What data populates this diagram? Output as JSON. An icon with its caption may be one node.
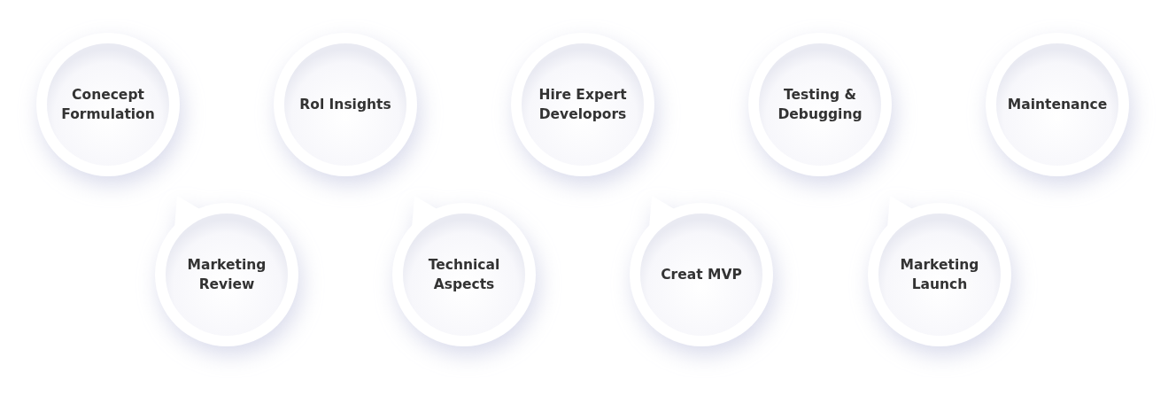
{
  "diagram": {
    "nodes": [
      {
        "text": [
          "Conecept Formulation"
        ]
      },
      {
        "text": [
          "Rol Insights"
        ]
      },
      {
        "text": [
          "Hire Expert Developors"
        ]
      },
      {
        "text": [
          "Testing & Debugging"
        ]
      },
      {
        "text": [
          "Maintenance"
        ]
      },
      {
        "text": [
          "Marketing Review"
        ]
      },
      {
        "text": [
          "Technical Aspects"
        ]
      },
      {
        "text": [
          "Creat MVP"
        ]
      },
      {
        "text": [
          "Marketing Launch"
        ]
      }
    ]
  }
}
